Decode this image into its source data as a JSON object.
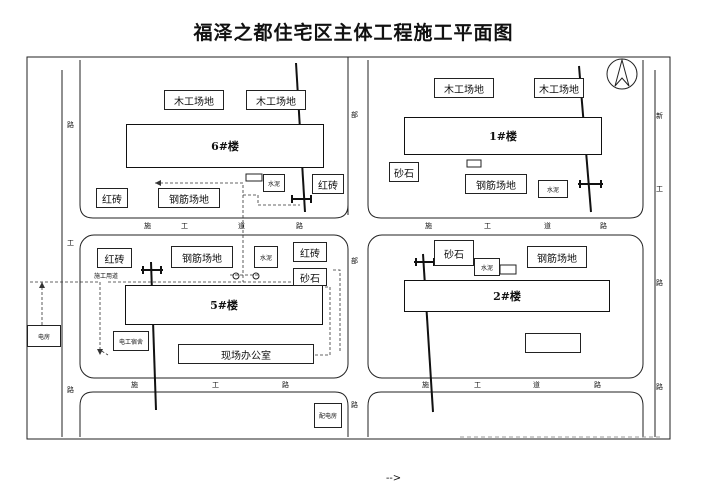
{
  "title": "福泽之都住宅区主体工程施工平面图",
  "buildings": {
    "b6": "6#楼",
    "b1": "1#楼",
    "b5": "5#楼",
    "b2": "2#楼"
  },
  "areas": {
    "carpentry_1": "木工场地",
    "carpentry_2": "木工场地",
    "carpentry_3": "木工场地",
    "carpentry_4": "木工场地",
    "rebar_1": "钢筋场地",
    "rebar_2": "钢筋场地",
    "rebar_3": "钢筋场地",
    "rebar_4": "钢筋场地",
    "redbrick_1": "红砖",
    "redbrick_2": "红砖",
    "redbrick_3": "红砖",
    "redbrick_4": "红砖",
    "gravel_1": "砂石",
    "gravel_2": "砂石",
    "gravel_3": "砂石",
    "mixer_1": "水泥",
    "mixer_2": "水泥",
    "mixer_3": "水泥",
    "mixer_4": "水泥",
    "site_office": "现场办公室",
    "worker_dorm": "电工宿舍",
    "power_room": "电房",
    "guard": "配电房",
    "gate": "施工用道"
  },
  "roads": {
    "road_mid_a": "施",
    "road_mid_b": "工",
    "road_mid_c": "道",
    "road_mid_d": "路",
    "road_mid_e": "施",
    "road_mid_f": "工",
    "road_mid_g": "道",
    "road_mid_h": "路",
    "road_bot_a": "施",
    "road_bot_b": "工",
    "road_bot_c": "路",
    "road_bot_d": "施",
    "road_bot_e": "工",
    "road_bot_f": "道",
    "road_bot_g": "路",
    "road_left_a": "路",
    "road_left_b": "工",
    "road_left_c": "路",
    "road_right_a": "新",
    "road_right_b": "工",
    "road_right_c": "路",
    "road_right_d": "路",
    "road_center_a": "部",
    "road_center_b": "部",
    "road_center_c": "路"
  },
  "compass": "N",
  "legend_arrow": "-->"
}
